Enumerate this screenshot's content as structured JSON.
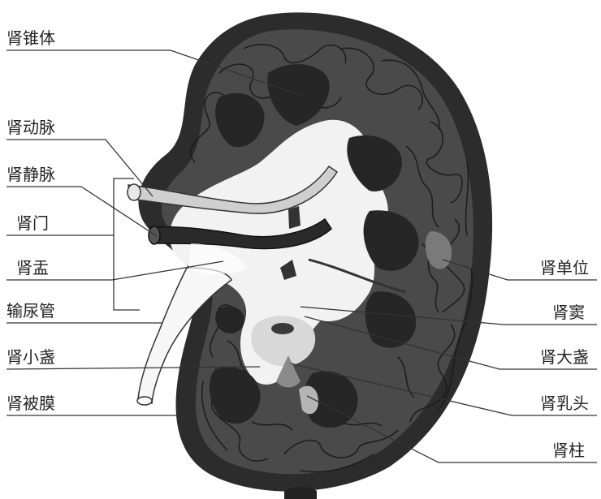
{
  "labels": {
    "pyramid": "肾锥体",
    "artery": "肾动脉",
    "vein": "肾静脉",
    "hilum": "肾门",
    "pelvis": "肾盂",
    "ureter": "输尿管",
    "minor_calyx": "肾小盏",
    "capsule": "肾被膜",
    "lobe": "肾单位",
    "sinus": "肾窦",
    "major_calyx": "肾大盏",
    "papilla": "肾乳头",
    "column": "肾柱"
  },
  "colors": {
    "cortex": "#4a4a4a",
    "capsule": "#2c2c2c",
    "pyramid": "#262626",
    "vessels": "#1a1a1a",
    "sinus": "#f2f2f2",
    "ureter": "#f7f7f7"
  }
}
